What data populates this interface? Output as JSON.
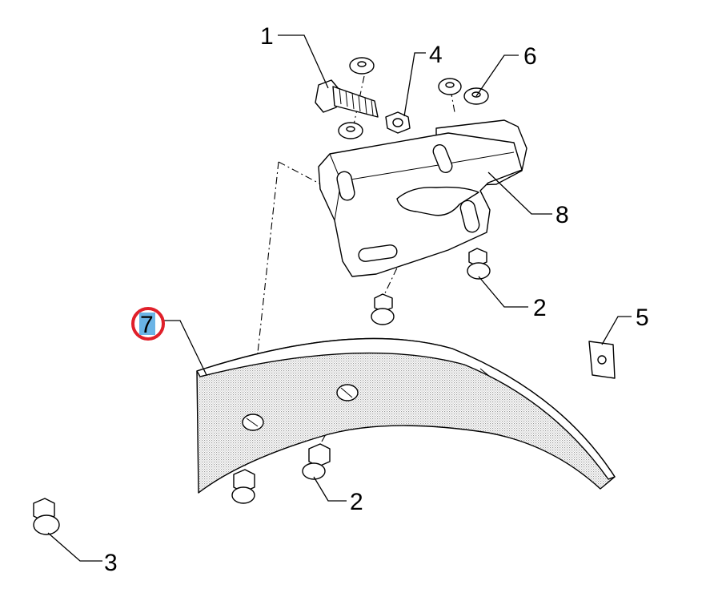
{
  "callouts": {
    "c1": "1",
    "c2a": "2",
    "c2b": "2",
    "c3": "3",
    "c4": "4",
    "c5": "5",
    "c6": "6",
    "c7": "7",
    "c8": "8"
  },
  "highlight": {
    "selected_callout": "7",
    "ring_color": "#e0202a",
    "fill_color": "#6ab4e6"
  }
}
